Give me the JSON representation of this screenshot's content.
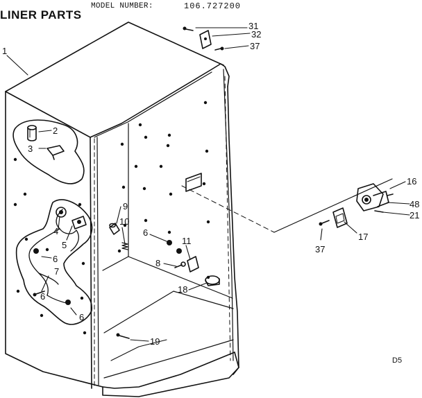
{
  "title": "LINER PARTS",
  "model_label": "MODEL NUMBER:",
  "model_number": "106.727200",
  "page_code": "D5",
  "callouts": [
    "1",
    "2",
    "3",
    "4",
    "5",
    "6",
    "6",
    "6",
    "6",
    "7",
    "8",
    "9",
    "10",
    "11",
    "16",
    "17",
    "18",
    "19",
    "21",
    "31",
    "32",
    "37",
    "37",
    "48"
  ]
}
